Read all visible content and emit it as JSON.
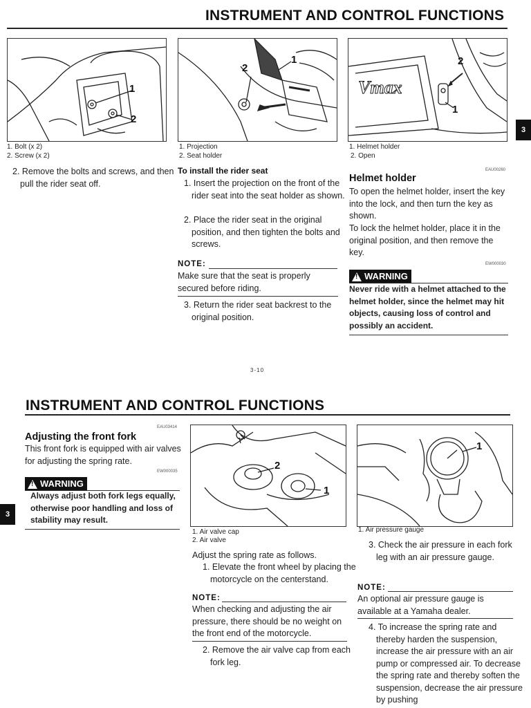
{
  "page1": {
    "header": "INSTRUMENT AND CONTROL FUNCTIONS",
    "tab": "3",
    "fig1": {
      "callouts": [
        "1",
        "2"
      ],
      "captions": [
        "1.  Bolt (x 2)",
        "2. Screw (x 2)"
      ]
    },
    "fig2": {
      "callouts": [
        "1",
        "2"
      ],
      "captions": [
        "1. Projection",
        "2. Seat holder"
      ]
    },
    "fig3": {
      "callouts": [
        "2",
        "1"
      ],
      "captions": [
        "1. Helmet holder",
        "2. Open"
      ],
      "logo_text": "Vmax"
    },
    "col1_step2": "2. Remove the bolts and screws, and then pull the rider seat off.",
    "col2": {
      "heading": "To install the rider seat",
      "step1": "1. Insert the projection on the front of the rider seat into the seat holder as shown.",
      "step2": "2. Place the rider seat in the original position, and then tighten the bolts and screws.",
      "note_label": "NOTE:",
      "note_text": "Make sure that the seat is properly secured before riding.",
      "step3": "3. Return the rider seat backrest to the original position."
    },
    "col3": {
      "code1": "EAU00260",
      "heading": "Helmet holder",
      "para1": "To open the helmet holder, insert the key into the lock, and then turn the key as shown.",
      "para2": "To lock the helmet holder, place it in the original position, and then remove the key.",
      "code2": "EW000030",
      "warning_label": "WARNING",
      "warning_text": "Never ride with a helmet attached to the helmet holder, since the helmet may hit objects, causing loss of control and possibly an accident."
    },
    "page_number": "3-10"
  },
  "page2": {
    "header": "INSTRUMENT AND CONTROL FUNCTIONS",
    "tab": "3",
    "col1": {
      "code1": "EAU03414",
      "heading": "Adjusting the front fork",
      "para": "This front fork is equipped with air valves for adjusting the spring rate.",
      "code2": "EW000035",
      "warning_label": "WARNING",
      "warning_text": "Always adjust both fork legs equally, otherwise poor handling and loss of stability may result."
    },
    "fig4": {
      "callouts": [
        "2",
        "1"
      ],
      "captions": [
        "1. Air valve cap",
        "2. Air valve"
      ]
    },
    "fig5": {
      "callouts": [
        "1"
      ],
      "captions": [
        "1. Air pressure gauge"
      ]
    },
    "col2": {
      "intro": "Adjust the spring rate as follows.",
      "step1": "1. Elevate the front wheel by placing the motorcycle on the centerstand.",
      "note_label": "NOTE:",
      "note_text": "When checking and adjusting the air pressure, there should be no weight on the front end of the motorcycle.",
      "step2": "2. Remove the air valve cap from each fork leg."
    },
    "col3": {
      "step3": "3. Check the air pressure in each fork leg with an air pressure gauge.",
      "note_label": "NOTE:",
      "note_text": "An optional air pressure gauge is available at a Yamaha dealer.",
      "step4": "4. To increase the spring rate and thereby harden the suspension, increase the air pressure with an air pump or compressed air. To decrease the spring rate and thereby soften the suspension, decrease the air pressure by pushing"
    }
  }
}
